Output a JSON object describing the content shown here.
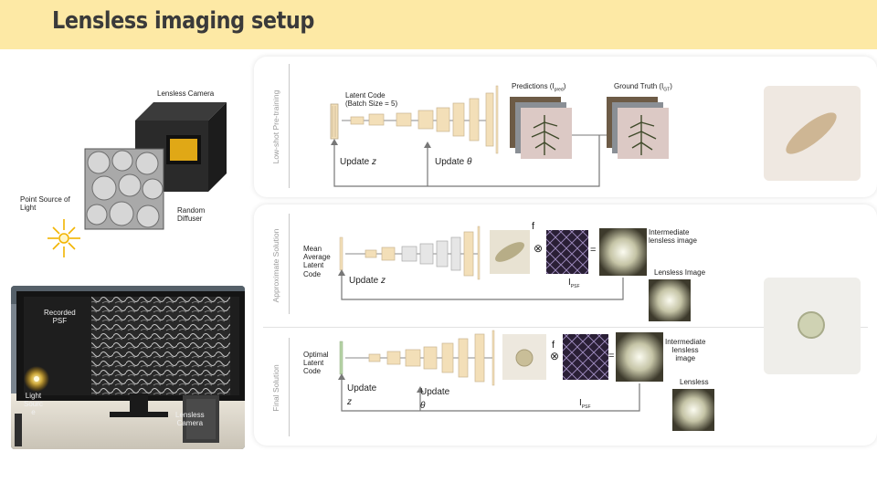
{
  "slide": {
    "title": "Lensless imaging setup"
  },
  "setup_diagram": {
    "camera_label": "Lensless Camera",
    "point_source_label": "Point Source of\nLight",
    "diffuser_label": "Random\nDiffuser"
  },
  "photo": {
    "psf_label": "Recorded\nPSF",
    "light_label": "Light\nSourc\ne",
    "camera_label": "Lensless\nCamera"
  },
  "panel_pretraining": {
    "side_label": "Low-shot Pre-training",
    "latent_code": "Latent Code\n(Batch Size = 5)",
    "predictions": "Predictions (I",
    "predictions_sub": "pred",
    "ground_truth": "Ground Truth (I",
    "ground_truth_sub": "GT",
    "update_z": "Update",
    "update_z_var": "z",
    "update_theta": "Update",
    "update_theta_var": "θ"
  },
  "panel_approx": {
    "side_label": "Approximate Solution",
    "latent_code": "Mean\nAverage\nLatent\nCode",
    "intermediate": "Intermediate\nlensless image",
    "lensless": "Lensless Image",
    "update_z": "Update",
    "update_z_var": "z",
    "f_symbol": "f",
    "conv_symbol": "⊗",
    "equals": "=",
    "psf": "I",
    "psf_sub": "PSF"
  },
  "panel_final": {
    "side_label": "Final Solution",
    "latent_code": "Optimal\nLatent\nCode",
    "intermediate": "Intermediate\nlensless\nimage",
    "lensless": "Lensless",
    "update_z": "Update",
    "update_z_var": "z",
    "update_theta": "Update",
    "update_theta_var": "θ",
    "f_symbol": "f",
    "conv_symbol": "⊗",
    "equals": "=",
    "psf": "I",
    "psf_sub": "PSF"
  },
  "colors": {
    "title_bar": "#fde9a5",
    "decoder_block": "#f3dfb8",
    "latent_green": "#b6d3a6"
  }
}
